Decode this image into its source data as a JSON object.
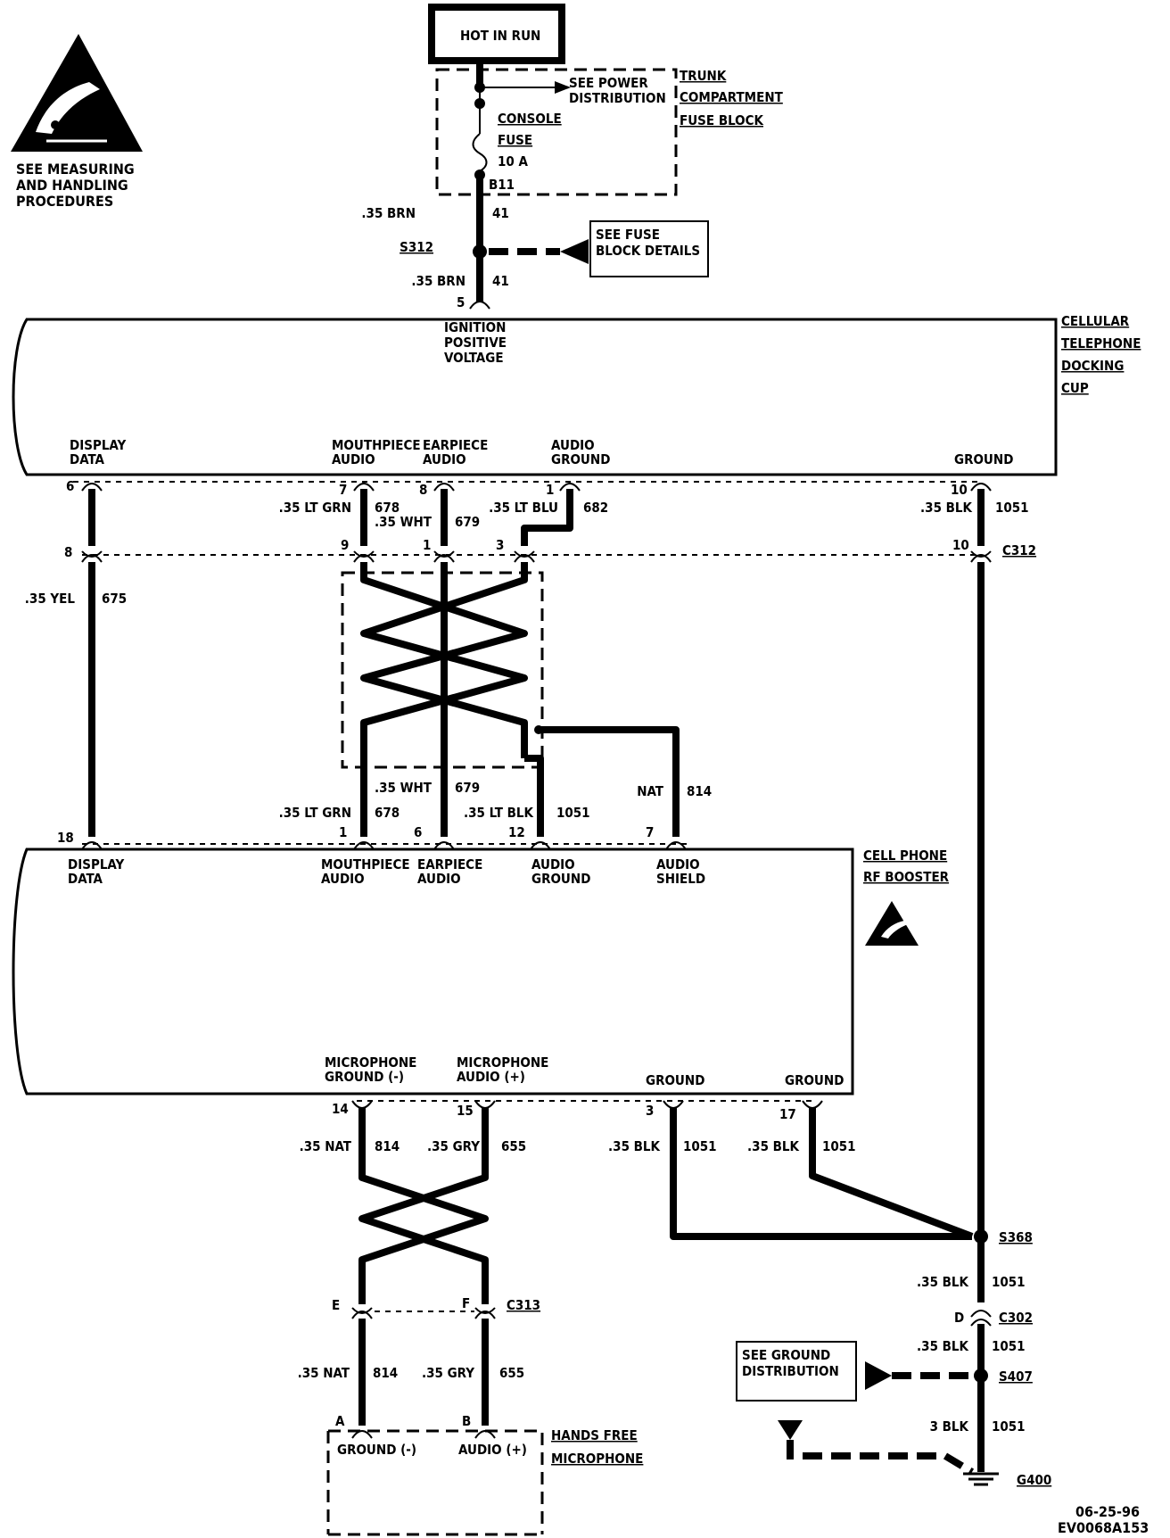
{
  "esd": {
    "caption_lines": [
      "SEE MEASURING",
      "AND HANDLING",
      "PROCEDURES"
    ]
  },
  "power": {
    "hot_label": "HOT IN RUN",
    "see_power_lines": [
      "SEE POWER",
      "DISTRIBUTION"
    ],
    "fuse_lines": [
      "CONSOLE",
      "FUSE",
      "10 A"
    ],
    "fuse_terminal": "B11",
    "fuse_block_lines": [
      "TRUNK",
      "COMPARTMENT",
      "FUSE BLOCK"
    ],
    "wire_upper": {
      "size_color": ".35 BRN",
      "circuit": "41"
    },
    "splice": "S312",
    "see_fuse_lines": [
      "SEE FUSE",
      "BLOCK DETAILS"
    ],
    "wire_lower": {
      "size_color": ".35 BRN",
      "circuit": "41"
    },
    "dock_pin": "5"
  },
  "docking_cup": {
    "name_lines": [
      "CELLULAR",
      "TELEPHONE",
      "DOCKING",
      "CUP"
    ],
    "ignition_lines": [
      "IGNITION",
      "POSITIVE",
      "VOLTAGE"
    ],
    "terminals": [
      {
        "lines": [
          "DISPLAY",
          "DATA"
        ],
        "pin": "6"
      },
      {
        "lines": [
          "MOUTHPIECE",
          "AUDIO"
        ],
        "pin": "7"
      },
      {
        "lines": [
          "EARPIECE",
          "AUDIO"
        ],
        "pin": "8"
      },
      {
        "lines": [
          "AUDIO",
          "GROUND"
        ],
        "pin": "1"
      },
      {
        "lines": [
          "GROUND"
        ],
        "pin": "10"
      }
    ]
  },
  "upper_wires": [
    {
      "size_color": ".35 LT GRN",
      "circuit": "678"
    },
    {
      "size_color": ".35 WHT",
      "circuit": "679"
    },
    {
      "size_color": ".35 LT BLU",
      "circuit": "682"
    },
    {
      "size_color": ".35 BLK",
      "circuit": "1051"
    }
  ],
  "c312": {
    "name": "C312",
    "pins": [
      "8",
      "9",
      "1",
      "3",
      "10"
    ]
  },
  "display_wire": {
    "size_color": ".35 YEL",
    "circuit": "675"
  },
  "shield_wire": {
    "size_color": "NAT",
    "circuit": "814"
  },
  "lower_wires": [
    {
      "size_color": ".35 LT GRN",
      "circuit": "678"
    },
    {
      "size_color": ".35 WHT",
      "circuit": "679"
    },
    {
      "size_color": ".35 LT BLK",
      "circuit": "1051"
    }
  ],
  "booster": {
    "name_lines": [
      "CELL PHONE",
      "RF BOOSTER"
    ],
    "top_terminals": [
      {
        "lines": [
          "DISPLAY",
          "DATA"
        ],
        "pin": "18"
      },
      {
        "lines": [
          "MOUTHPIECE",
          "AUDIO"
        ],
        "pin": "1"
      },
      {
        "lines": [
          "EARPIECE",
          "AUDIO"
        ],
        "pin": "6"
      },
      {
        "lines": [
          "AUDIO",
          "GROUND"
        ],
        "pin": "12"
      },
      {
        "lines": [
          "AUDIO",
          "SHIELD"
        ],
        "pin": "7"
      }
    ],
    "bottom_terminals": [
      {
        "lines": [
          "MICROPHONE",
          "GROUND (-)"
        ],
        "pin": "14"
      },
      {
        "lines": [
          "MICROPHONE",
          "AUDIO (+)"
        ],
        "pin": "15"
      },
      {
        "lines": [
          "GROUND"
        ],
        "pin": "3"
      },
      {
        "lines": [
          "GROUND"
        ],
        "pin": "17"
      }
    ]
  },
  "booster_wires": [
    {
      "size_color": ".35 NAT",
      "circuit": "814"
    },
    {
      "size_color": ".35 GRY",
      "circuit": "655"
    },
    {
      "size_color": ".35 BLK",
      "circuit": "1051"
    },
    {
      "size_color": ".35 BLK",
      "circuit": "1051"
    }
  ],
  "ground_path": {
    "splice_s368": "S368",
    "wire1": {
      "size_color": ".35 BLK",
      "circuit": "1051"
    },
    "c302_pin": "D",
    "c302_name": "C302",
    "wire2": {
      "size_color": ".35 BLK",
      "circuit": "1051"
    },
    "splice_s407": "S407",
    "see_ground_lines": [
      "SEE GROUND",
      "DISTRIBUTION"
    ],
    "wire3": {
      "size_color": "3 BLK",
      "circuit": "1051"
    },
    "ground_g400": "G400"
  },
  "c313": {
    "name": "C313",
    "pins": [
      "E",
      "F"
    ]
  },
  "mic_wires": [
    {
      "size_color": ".35 NAT",
      "circuit": "814"
    },
    {
      "size_color": ".35 GRY",
      "circuit": "655"
    }
  ],
  "microphone": {
    "name_lines": [
      "HANDS FREE",
      "MICROPHONE"
    ],
    "terminals": [
      {
        "label": "GROUND (-)",
        "pin": "A"
      },
      {
        "label": "AUDIO (+)",
        "pin": "B"
      }
    ]
  },
  "footer": {
    "date": "06-25-96",
    "code": "EV0068A153"
  }
}
